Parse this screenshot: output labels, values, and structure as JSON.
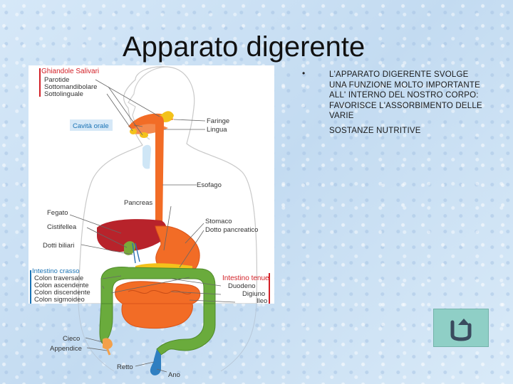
{
  "slide": {
    "title": "Apparato digerente",
    "bullet_symbol": "•",
    "bullet_text": "L'APPARATO DIGERENTE SVOLGE UNA FUNZIONE MOLTO IMPORTANTE ALL' INTERNO DEL NOSTRO CORPO: FAVORISCE L'ASSORBIMENTO DELLE VARIE",
    "bullet_text_last": "SOSTANZE NUTRITIVE"
  },
  "diagram": {
    "colors": {
      "organ_orange": "#f26c26",
      "liver_red": "#b8232b",
      "colon_green": "#6aab3c",
      "gland_yellow": "#f3c21b",
      "label_red": "#d21f26",
      "label_blue": "#1a73b5"
    },
    "groups": {
      "salivary": {
        "heading": "Ghiandole Salivari",
        "items": [
          "Parotide",
          "Sottomandibolare",
          "Sottolinguale"
        ]
      },
      "large_intestine": {
        "heading": "Intestino crasso",
        "items": [
          "Colon traversale",
          "Colon ascendente",
          "Colon discendente",
          "Colon sigmoideo"
        ]
      },
      "small_intestine": {
        "heading": "Intestino tenue",
        "items": [
          "Duodeno",
          "Digiuno",
          "Ileo"
        ]
      }
    },
    "labels": {
      "cavita_orale": "Cavità orale",
      "faringe": "Faringe",
      "lingua": "Lingua",
      "esofago": "Esofago",
      "pancreas": "Pancreas",
      "fegato": "Fegato",
      "cistifellea": "Cistifellea",
      "dotti_biliari": "Dotti biliari",
      "stomaco": "Stomaco",
      "dotto_pancreatico": "Dotto pancreatico",
      "cieco": "Cieco",
      "appendice": "Appendice",
      "retto": "Retto",
      "ano": "Ano"
    }
  },
  "navigation": {
    "back_icon": "return-arrow-icon"
  }
}
